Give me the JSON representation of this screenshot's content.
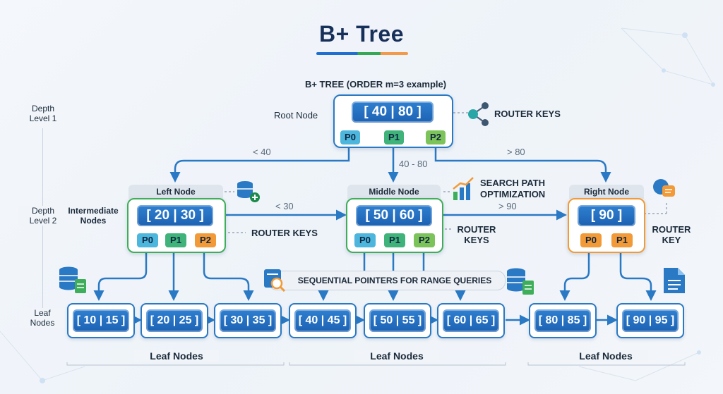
{
  "title": "B+ Tree",
  "subtitle": "B+ TREE (ORDER m=3 example)",
  "side_labels": {
    "depth1": [
      "Depth",
      "Level 1"
    ],
    "depth2": [
      "Depth",
      "Level 2"
    ],
    "intermediate": [
      "Intermediate",
      "Nodes"
    ],
    "leaf": [
      "Leaf",
      "Nodes"
    ]
  },
  "root": {
    "label": "Root Node",
    "keys": "[ 40 | 80 ]",
    "pointers": [
      "P0",
      "P1",
      "P2"
    ],
    "side_label": "ROUTER KEYS"
  },
  "edges": {
    "lt40": "< 40",
    "r40_80": "40 - 80",
    "gt80": "> 80",
    "lt30": "< 30",
    "gt90": "> 90"
  },
  "left": {
    "header": "Left Node",
    "keys": "[ 20 | 30 ]",
    "pointers": [
      "P0",
      "P1",
      "P2"
    ],
    "side_label": "ROUTER KEYS"
  },
  "middle": {
    "header": "Middle Node",
    "keys": "[ 50 | 60 ]",
    "pointers": [
      "P0",
      "P1",
      "P2"
    ],
    "side_label": [
      "ROUTER",
      "KEYS"
    ]
  },
  "right": {
    "header": "Right Node",
    "keys": "[ 90 ]",
    "pointers": [
      "P0",
      "P1"
    ],
    "side_label": [
      "ROUTER",
      "KEY"
    ]
  },
  "search_path": [
    "SEARCH PATH",
    "OPTIMIZATION"
  ],
  "seq_banner": "SEQUENTIAL POINTERS FOR RANGE QUERIES",
  "leaves": [
    "[ 10 | 15 ]",
    "[ 20 | 25 ]",
    "[ 30 | 35 ]",
    "[ 40 | 45 ]",
    "[ 50 | 55 ]",
    "[ 60 | 65 ]",
    "[ 80 | 85 ]",
    "[ 90 | 95 ]"
  ],
  "leaf_group_labels": [
    "Leaf Nodes",
    "Leaf Nodes",
    "Leaf Nodes"
  ],
  "icons": [
    "share-nodes-icon",
    "database-add-icon",
    "bar-chart-icon",
    "database-doc-icon",
    "search-doc-icon",
    "document-icon",
    "chat-bubble-icon"
  ],
  "colors": {
    "blue": "#2a79c4",
    "green": "#3fae5a",
    "orange": "#f29a38",
    "pointer_blue": "#4cb6dd"
  }
}
